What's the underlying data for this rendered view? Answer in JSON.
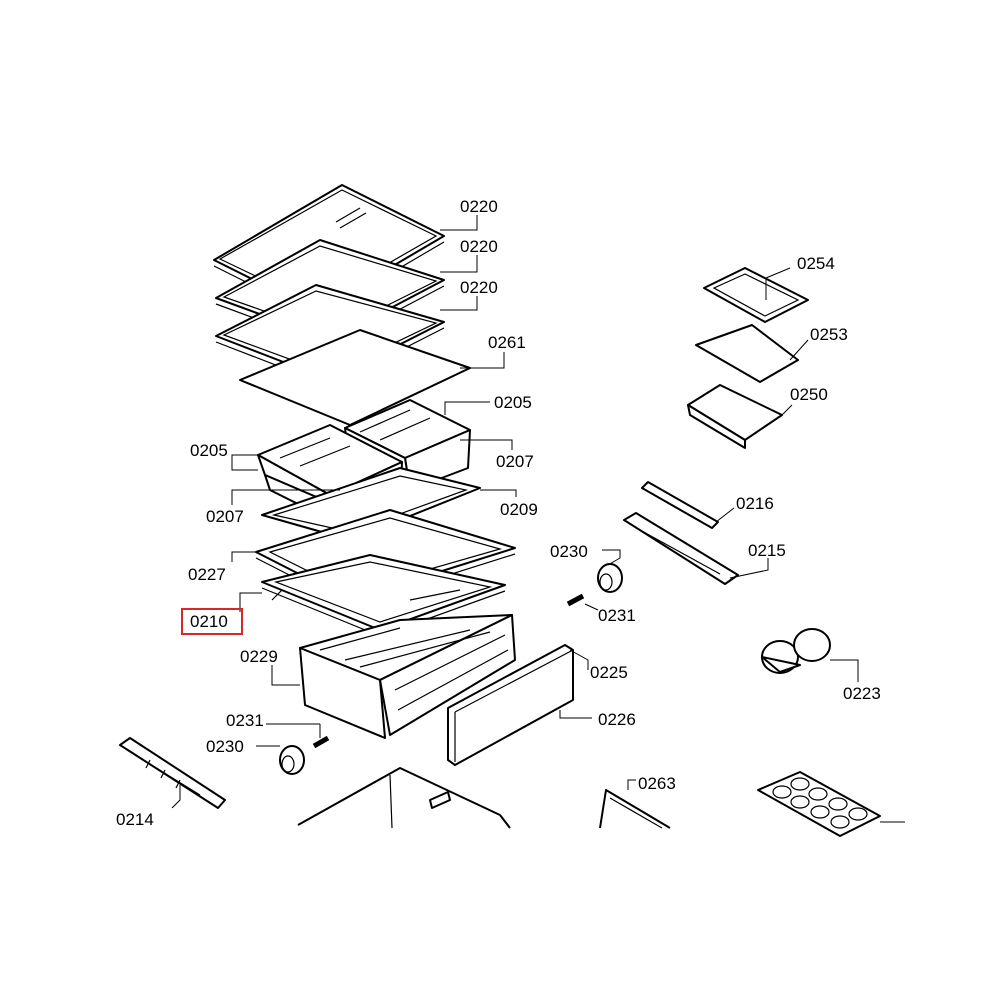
{
  "colors": {
    "background": "#ffffff",
    "line": "#000000",
    "highlight": "#d62828"
  },
  "highlighted_part": "0210",
  "callouts": [
    {
      "id": "0220a",
      "text": "0220"
    },
    {
      "id": "0220b",
      "text": "0220"
    },
    {
      "id": "0220c",
      "text": "0220"
    },
    {
      "id": "0261",
      "text": "0261"
    },
    {
      "id": "0205r",
      "text": "0205"
    },
    {
      "id": "0205l",
      "text": "0205"
    },
    {
      "id": "0207r",
      "text": "0207"
    },
    {
      "id": "0207l",
      "text": "0207"
    },
    {
      "id": "0209",
      "text": "0209"
    },
    {
      "id": "0227",
      "text": "0227"
    },
    {
      "id": "0210",
      "text": "0210"
    },
    {
      "id": "0229",
      "text": "0229"
    },
    {
      "id": "0231a",
      "text": "0231"
    },
    {
      "id": "0230a",
      "text": "0230"
    },
    {
      "id": "0214",
      "text": "0214"
    },
    {
      "id": "0254",
      "text": "0254"
    },
    {
      "id": "0253",
      "text": "0253"
    },
    {
      "id": "0250",
      "text": "0250"
    },
    {
      "id": "0216",
      "text": "0216"
    },
    {
      "id": "0215",
      "text": "0215"
    },
    {
      "id": "0230b",
      "text": "0230"
    },
    {
      "id": "0231b",
      "text": "0231"
    },
    {
      "id": "0225",
      "text": "0225"
    },
    {
      "id": "0226",
      "text": "0226"
    },
    {
      "id": "0223",
      "text": "0223"
    },
    {
      "id": "0263",
      "text": "0263"
    }
  ]
}
